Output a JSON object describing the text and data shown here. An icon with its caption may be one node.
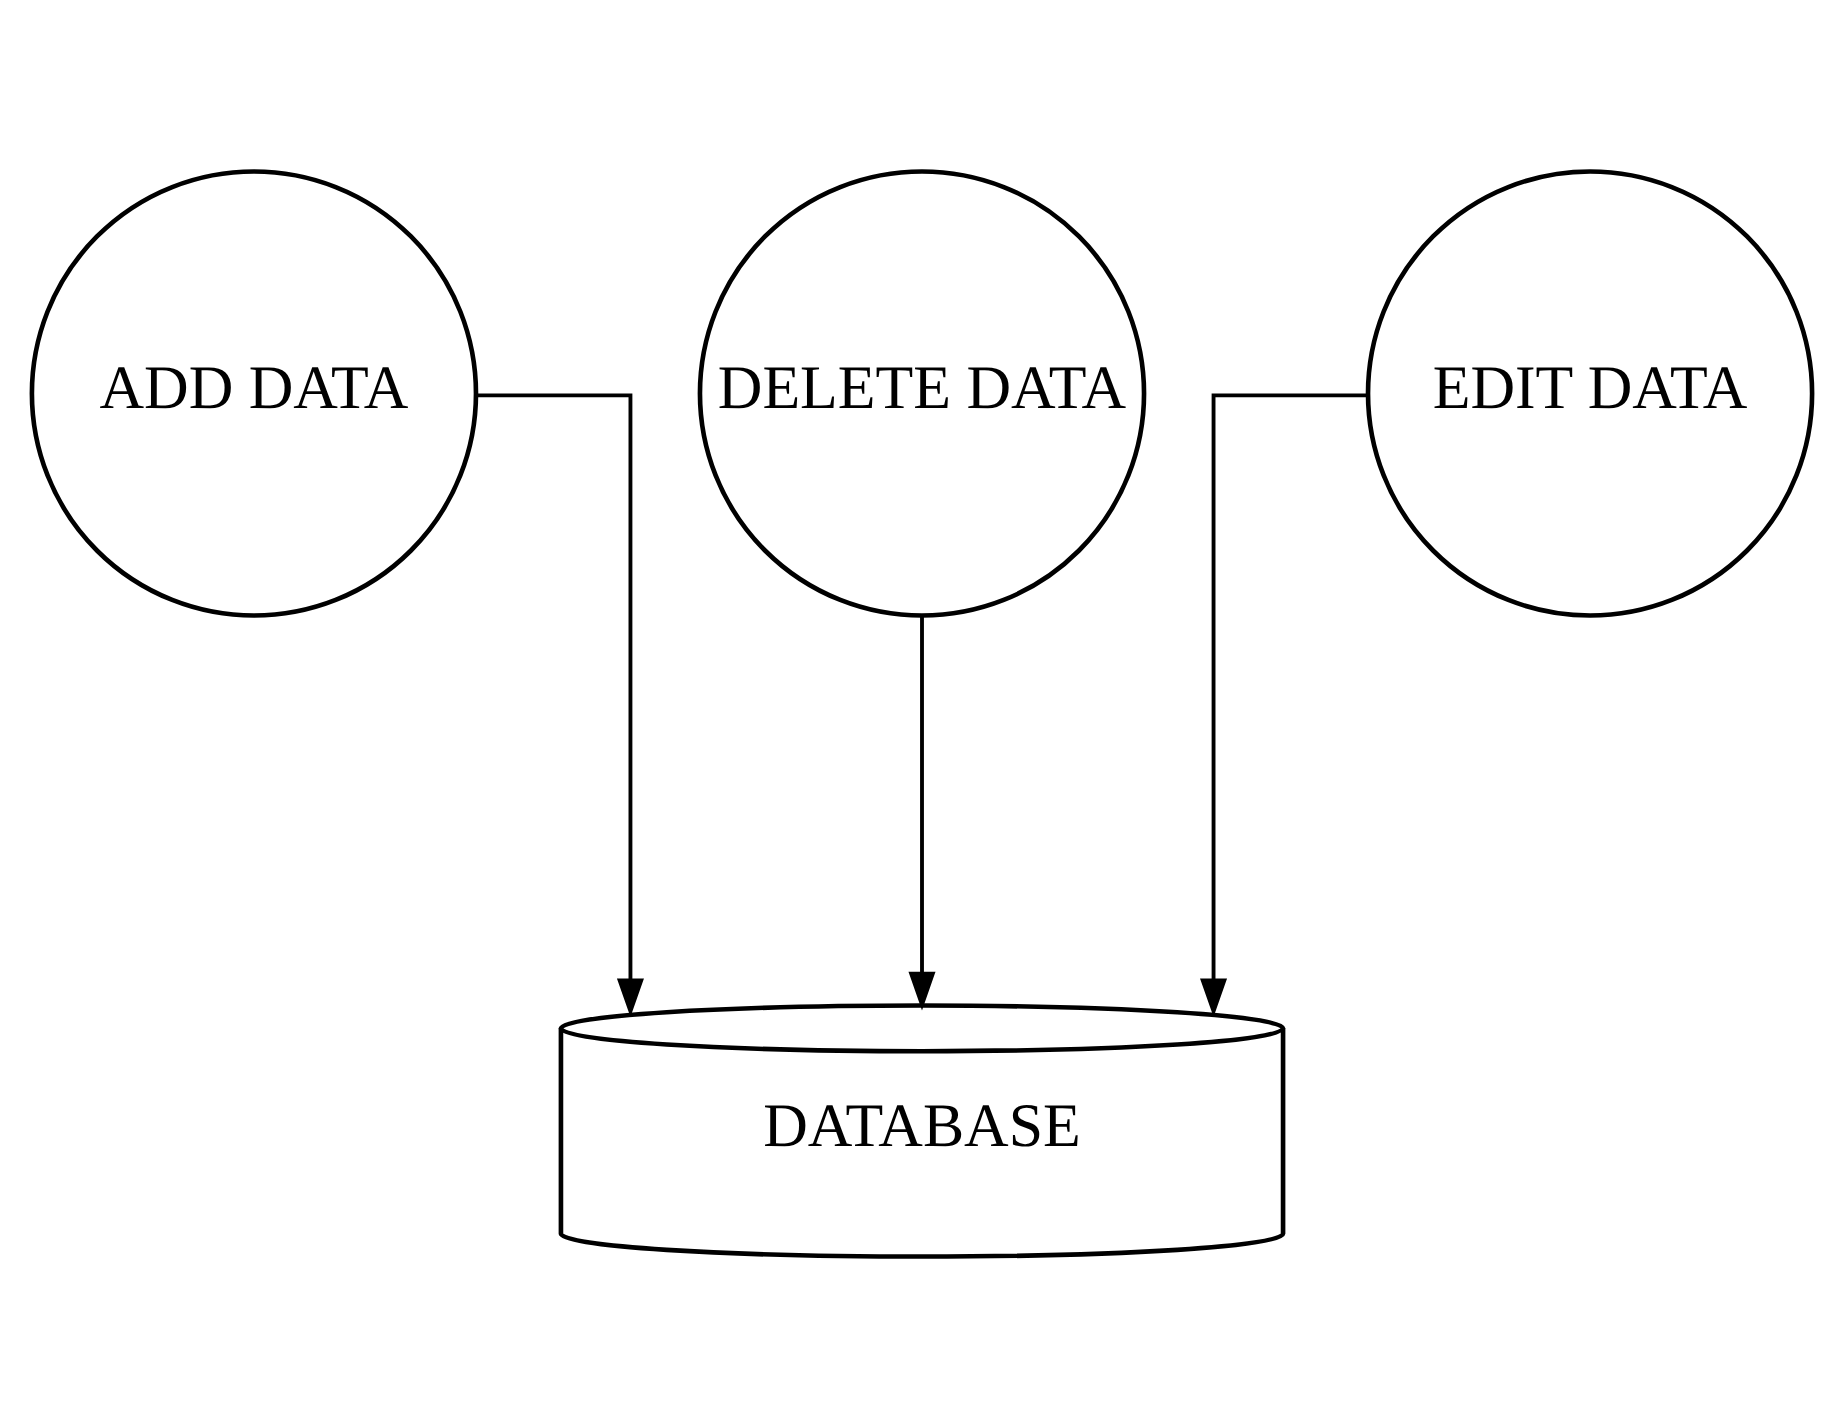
{
  "diagram": {
    "nodes": [
      {
        "text": [
          "ADD DATA"
        ]
      },
      {
        "text": [
          "DELETE DATA"
        ]
      },
      {
        "text": [
          "EDIT DATA"
        ]
      },
      {
        "text": [
          "DATABASE"
        ]
      }
    ],
    "edges": [
      {
        "from": 0,
        "to": 3,
        "arrow": "to"
      },
      {
        "from": 1,
        "to": 3,
        "arrow": "to"
      },
      {
        "from": 2,
        "to": 3,
        "arrow": "to"
      }
    ]
  }
}
